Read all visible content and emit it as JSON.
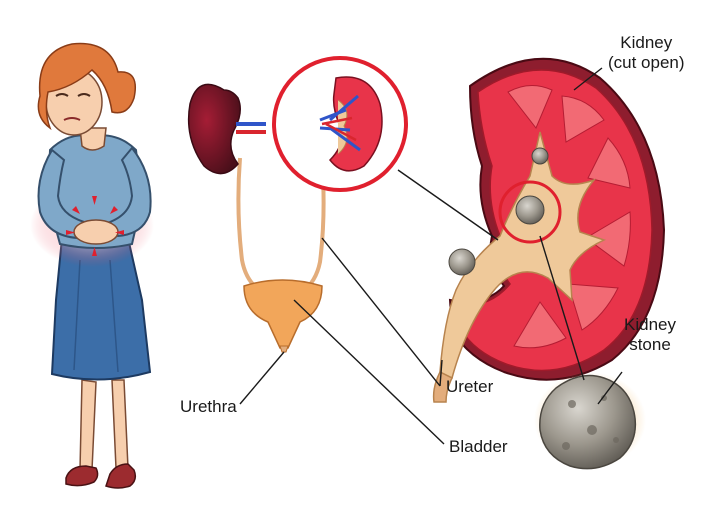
{
  "labels": {
    "kidney_line1": "Kidney",
    "kidney_line2": "(cut open)",
    "stone_line1": "Kidney",
    "stone_line2": "stone",
    "ureter": "Ureter",
    "bladder": "Bladder",
    "urethra": "Urethra"
  },
  "colors": {
    "kidney_outer": "#c8102e",
    "kidney_inner": "#e8344a",
    "kidney_dark": "#7a1020",
    "pyramid": "#f26a74",
    "pelvis": "#efc99a",
    "ureter": "#e3ad7c",
    "bladder": "#f2a65a",
    "highlight_ring": "#e0202e",
    "stone": "#9a958c",
    "vein": "#2f55c9",
    "artery": "#d9262e",
    "dress": "#3c6ea8",
    "top": "#7fa8c9",
    "hair": "#e0793c",
    "skin": "#f7cfae",
    "shoes": "#9c2b2f",
    "pain_glow": "#f06a7a"
  }
}
